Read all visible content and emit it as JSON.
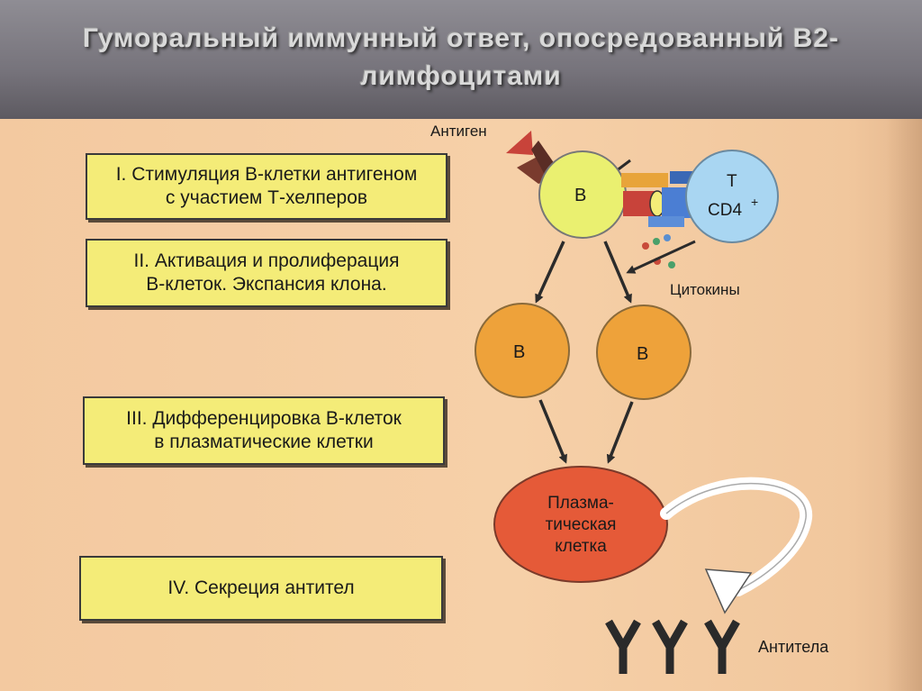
{
  "header": {
    "title_line1": "Гуморальный иммунный ответ, опосредованный В2-",
    "title_line2": "лимфоцитами"
  },
  "stages": [
    {
      "text": "I. Стимуляция В-клетки антигеном\nс участием Т-хелперов"
    },
    {
      "text": "II. Активация и пролиферация\nВ-клеток. Экспансия клона."
    },
    {
      "text": "III. Дифференцировка В-клеток\nв плазматические клетки"
    },
    {
      "text": "IV. Секреция антител"
    }
  ],
  "diagram": {
    "antigen_label": "Антиген",
    "b_cell_label": "B",
    "t_cell_label_line1": "T",
    "t_cell_label_line2": "CD4",
    "t_cell_superscript": "+",
    "cytokines_label": "Цитокины",
    "clone_left_label": "B",
    "clone_right_label": "B",
    "plasma_line1": "Плазма-",
    "plasma_line2": "тическая",
    "plasma_line3": "клетка",
    "antibodies_label": "Антитела",
    "colors": {
      "b_cell": "#eaf070",
      "t_cell": "#a9d6f2",
      "clone_cell": "#eea23a",
      "plasma_cell": "#e55a38",
      "antigen": "#c8433a",
      "stage_box": "#f4ec78"
    }
  }
}
